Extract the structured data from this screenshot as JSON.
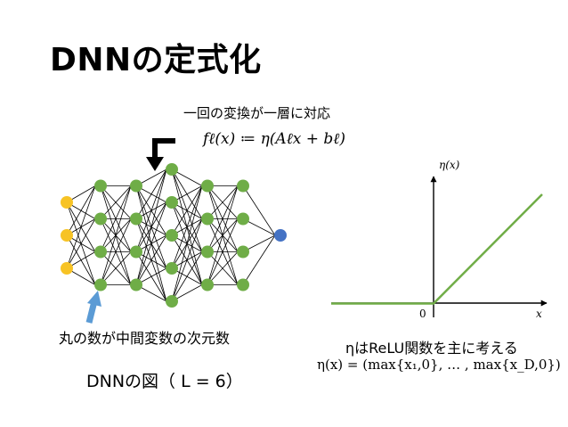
{
  "title": "DNNの定式化",
  "layer_note": "一回の変換が一層に対応",
  "layer_formula": "fℓ(x) ≔ η(Aℓx + bℓ)",
  "caption_width": "丸の数が中間変数の次元数",
  "caption_dnn": "DNNの図（ L = 6）",
  "relu_note": "ηはReLU関数を主に考える",
  "relu_formula": "η(x) = (max{x₁,0}, … , max{x_D,0})",
  "colors": {
    "input": "#f7c325",
    "hidden": "#6fad47",
    "output": "#4472c4",
    "arrow_blue": "#5b9bd5",
    "relu_line": "#70ad47"
  },
  "icons": [
    "down-arrow-icon",
    "up-arrow-icon"
  ],
  "network": {
    "layers": [
      3,
      4,
      4,
      5,
      4,
      4,
      1
    ]
  },
  "chart_data": {
    "type": "line",
    "title": "",
    "xlabel": "x",
    "ylabel": "η(x)",
    "origin_label": "0",
    "grid": false,
    "series": [
      {
        "x": [
          -1,
          0,
          1
        ],
        "y": [
          0,
          0,
          1
        ]
      }
    ]
  }
}
